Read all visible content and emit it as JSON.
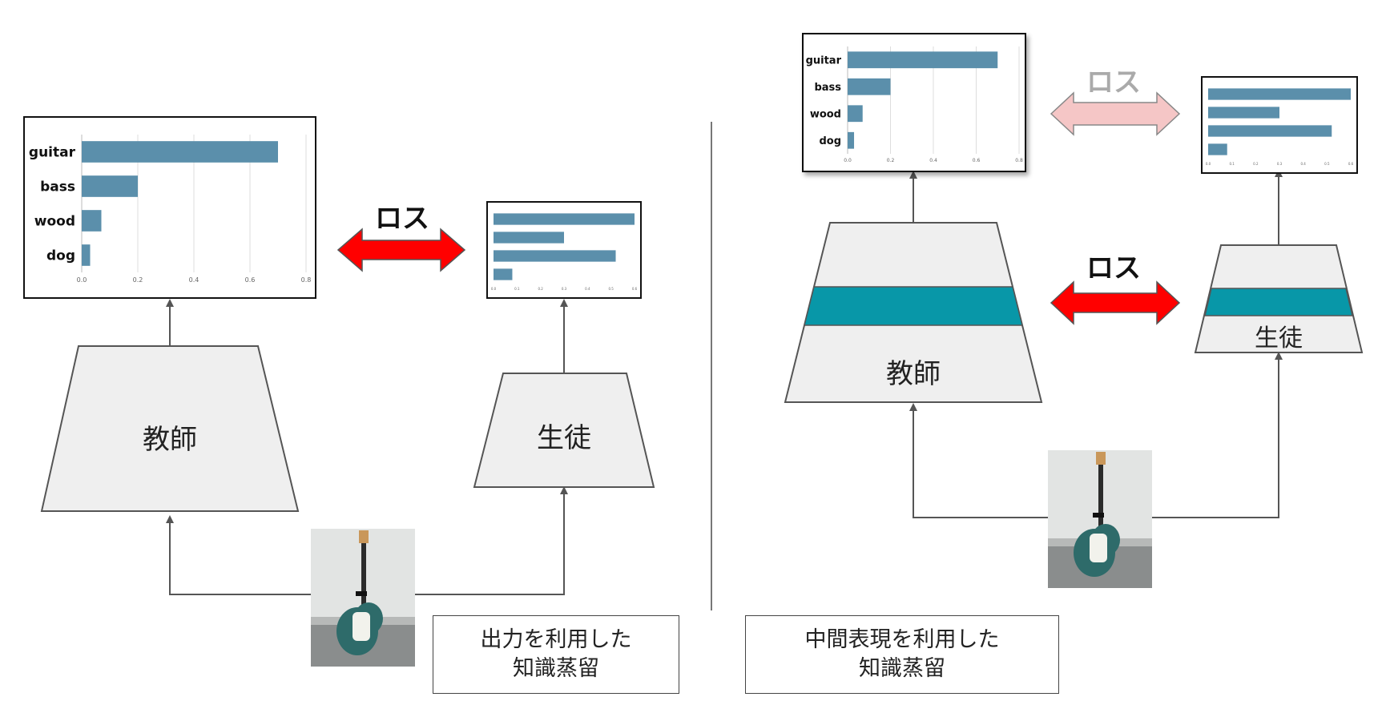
{
  "left_panel": {
    "teacher_label": "教師",
    "student_label": "生徒",
    "loss_label": "ロス",
    "caption_line1": "出力を利用した",
    "caption_line2": "知識蒸留",
    "teacher_chart": {
      "categories": [
        "guitar",
        "bass",
        "wood",
        "dog"
      ],
      "values": [
        0.7,
        0.2,
        0.07,
        0.03
      ],
      "xlim": [
        0,
        0.8
      ],
      "xticks": [
        "0.0",
        "0.2",
        "0.4",
        "0.6",
        "0.8"
      ]
    },
    "student_chart": {
      "values": [
        0.6,
        0.3,
        0.52,
        0.08
      ],
      "xlim": [
        0,
        0.6
      ],
      "xticks": [
        "0.0",
        "0.1",
        "0.2",
        "0.3",
        "0.4",
        "0.5",
        "0.6"
      ]
    }
  },
  "right_panel": {
    "teacher_label": "教師",
    "student_label": "生徒",
    "loss_top_label": "ロス",
    "loss_mid_label": "ロス",
    "caption_line1": "中間表現を利用した",
    "caption_line2": "知識蒸留",
    "teacher_chart": {
      "categories": [
        "guitar",
        "bass",
        "wood",
        "dog"
      ],
      "values": [
        0.7,
        0.2,
        0.07,
        0.03
      ],
      "xlim": [
        0,
        0.8
      ],
      "xticks": [
        "0.0",
        "0.2",
        "0.4",
        "0.6",
        "0.8"
      ]
    },
    "student_chart": {
      "values": [
        0.6,
        0.3,
        0.52,
        0.08
      ],
      "xlim": [
        0,
        0.6
      ],
      "xticks": [
        "0.0",
        "0.1",
        "0.2",
        "0.3",
        "0.4",
        "0.5",
        "0.6"
      ]
    }
  },
  "colors": {
    "bar": "#5b8fab",
    "funnel_fill": "#efefef",
    "funnel_stroke": "#555555",
    "teal_layer": "#0897a8",
    "loss_arrow": "#ff0000",
    "loss_arrow_faded": "#f5c6c6",
    "loss_text_faded": "#aaaaaa",
    "connector": "#555555"
  }
}
